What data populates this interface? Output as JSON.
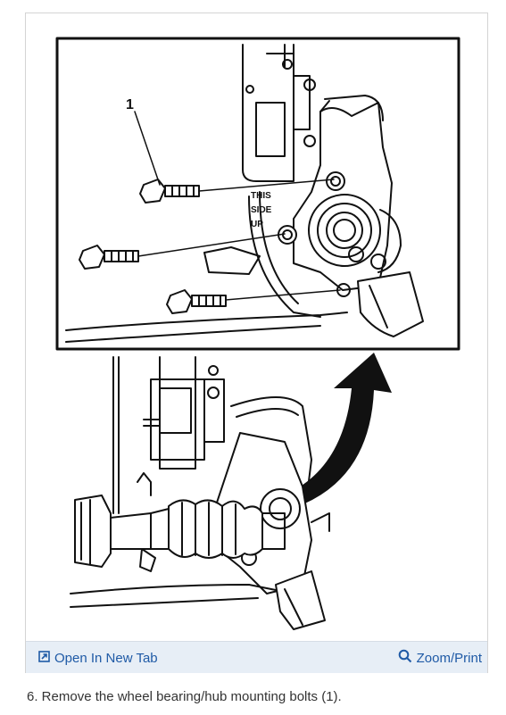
{
  "figure": {
    "callout_number": "1",
    "stamp_text": [
      "THIS",
      "SIDE",
      "UP"
    ]
  },
  "toolbar": {
    "open_new_tab_label": "Open In New Tab",
    "zoom_print_label": "Zoom/Print"
  },
  "caption": "6. Remove the wheel bearing/hub mounting bolts (1).",
  "colors": {
    "link": "#1f5aa6",
    "toolbar_bg": "#e7eef6"
  }
}
